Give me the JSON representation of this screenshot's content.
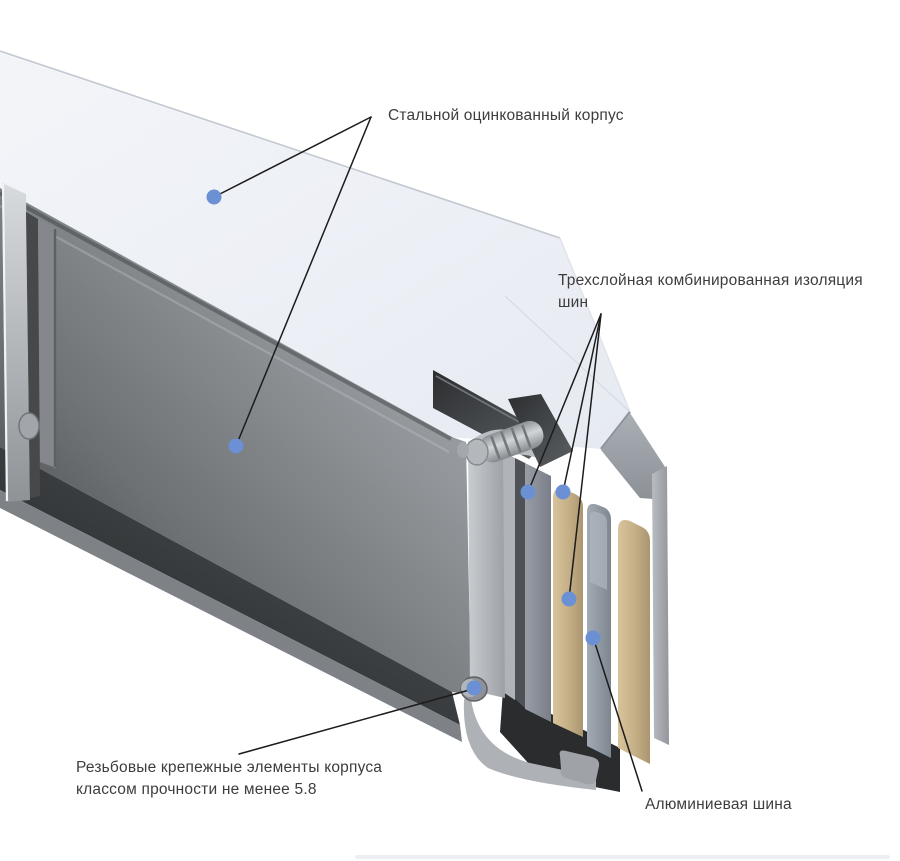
{
  "labels": {
    "housing": "Стальной оцинкованный корпус",
    "insulation": "Трехслойная комбинированная изоляция шин",
    "fasteners": "Резьбовые крепежные элементы корпуса классом прочности не менее 5.8",
    "busbar": "Алюминиевая шина"
  },
  "colors": {
    "callout_dot": "#6b90d4",
    "callout_line": "#1c1c1c",
    "label_text": "#3d3d3d",
    "cover_light": "#eef1f6",
    "wall_dark": "#3c3e40",
    "wall_light": "#a8adb1",
    "insulation_tan": "#c9b387",
    "aluminum_gray": "#8f97a3"
  }
}
